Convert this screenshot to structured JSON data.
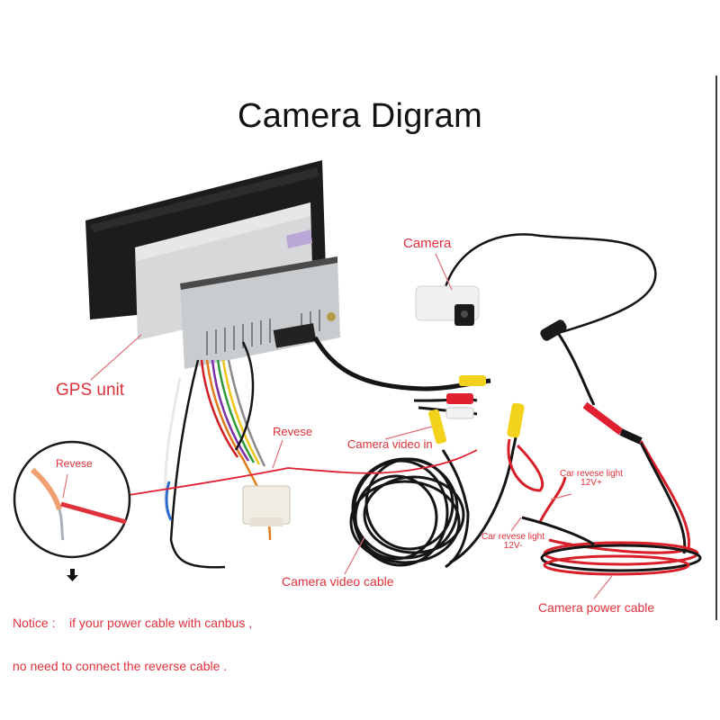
{
  "title": "Camera Digram",
  "colors": {
    "label_red": "#e0303a",
    "title_black": "#111111",
    "wire_red": "#d81e28",
    "wire_black": "#151515",
    "rca_yellow": "#f2d21a",
    "rca_red": "#e02030",
    "rca_white": "#f2f2f2",
    "unit_silver": "#c9ccce",
    "bezel_black": "#1c1c1c"
  },
  "labels": {
    "camera": "Camera",
    "gps_unit": "GPS unit",
    "revese_main": "Revese",
    "revese_inset": "Revese",
    "camera_video_in": "Camera video in",
    "camera_video_cable": "Camera video cable",
    "car_reverse_light_pos": {
      "line1": "Car revese light",
      "line2": "12V+"
    },
    "car_reverse_light_neg": {
      "line1": "Car revese light",
      "line2": "12V-"
    },
    "camera_power_cable": "Camera power cable"
  },
  "notice": {
    "arrow_icon": "down-arrow",
    "line1": "Notice :    if your power cable with canbus ,",
    "line2": "no need to connect the reverse cable ."
  },
  "components": [
    {
      "name": "GPS unit",
      "type": "double-din head unit (rear view)"
    },
    {
      "name": "Camera",
      "type": "license plate reverse camera"
    },
    {
      "name": "RCA connectors",
      "colors": [
        "yellow",
        "red",
        "white"
      ]
    },
    {
      "name": "Camera video cable",
      "type": "coiled black cable with yellow RCA ends"
    },
    {
      "name": "Camera power cable",
      "type": "red/black twin lead"
    },
    {
      "name": "Wiring harness",
      "type": "multi-colored harness with white plug"
    },
    {
      "name": "Inset magnifier",
      "type": "circle showing reverse wire splice"
    }
  ]
}
